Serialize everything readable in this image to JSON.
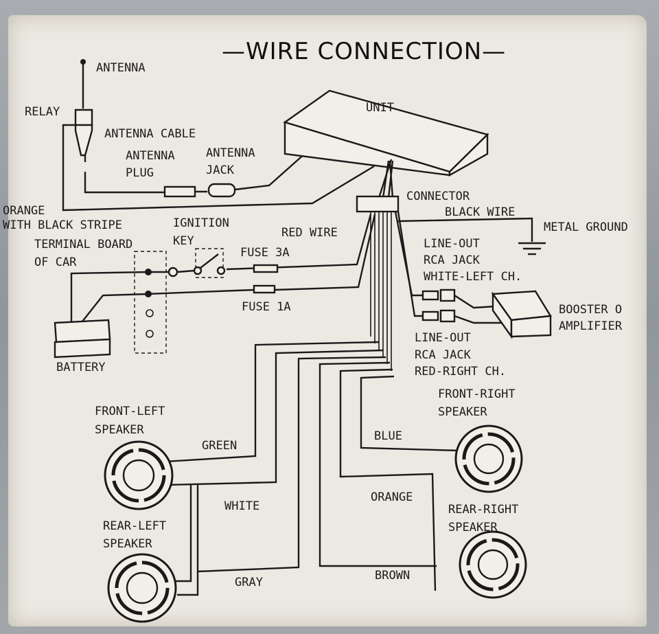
{
  "title": "—WIRE CONNECTION—",
  "labels": {
    "antenna": "ANTENNA",
    "relay": "RELAY",
    "antenna_cable": "ANTENNA CABLE",
    "antenna_plug_1": "ANTENNA",
    "antenna_plug_2": "PLUG",
    "antenna_jack_1": "ANTENNA",
    "antenna_jack_2": "JACK",
    "unit": "UNIT",
    "connector": "CONNECTOR",
    "black_wire": "BLACK WIRE",
    "metal_ground": "METAL GROUND",
    "orange_stripe_1": "ORANGE",
    "orange_stripe_2": "WITH BLACK STRIPE",
    "ignition_1": "IGNITION",
    "ignition_2": "KEY",
    "red_wire": "RED WIRE",
    "terminal_1": "TERMINAL BOARD",
    "terminal_2": "OF CAR",
    "fuse3a": "FUSE 3A",
    "fuse1a": "FUSE 1A",
    "lineout_w_1": "LINE-OUT",
    "lineout_w_2": "RCA JACK",
    "lineout_w_3": "WHITE-LEFT CH.",
    "booster_1": "BOOSTER O",
    "booster_2": "AMPLIFIER",
    "battery": "BATTERY",
    "lineout_r_1": "LINE-OUT",
    "lineout_r_2": "RCA JACK",
    "lineout_r_3": "RED-RIGHT CH.",
    "front_left_1": "FRONT-LEFT",
    "front_left_2": "SPEAKER",
    "front_right_1": "FRONT-RIGHT",
    "front_right_2": "SPEAKER",
    "green": "GREEN",
    "blue": "BLUE",
    "white": "WHITE",
    "orange": "ORANGE",
    "rear_left_1": "REAR-LEFT",
    "rear_left_2": "SPEAKER",
    "rear_right_1": "REAR-RIGHT",
    "rear_right_2": "SPEAKER",
    "gray": "GRAY",
    "brown": "BROWN"
  }
}
